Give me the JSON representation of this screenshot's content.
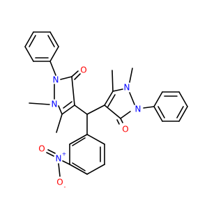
{
  "molecule": {
    "atom_labels": {
      "n1_left": "N",
      "n2_left": "N",
      "o_left": "O",
      "n1_right": "N",
      "n2_right": "N",
      "o_right": "O",
      "n_nitro": "N",
      "o_nitro_top": "O",
      "o_nitro_bottom": "O"
    },
    "charges": {
      "n_nitro": "+",
      "o_nitro_bottom": "-"
    },
    "colors": {
      "bond": "#000000",
      "nitrogen": "#0000FF",
      "oxygen": "#FF0000"
    }
  }
}
